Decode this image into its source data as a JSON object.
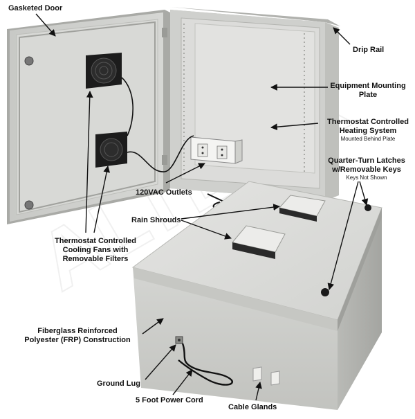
{
  "image": {
    "subject": "Fiberglass electrical enclosure with open door and separate closed enclosure",
    "colors": {
      "background": "#ffffff",
      "enclosure": "#d9d9d7",
      "enclosure_dark": "#a9aaa6",
      "fan": "#1c1c1c",
      "watermark": "#ececec",
      "arrow": "#111111"
    }
  },
  "labels": {
    "gasketed_door": "Gasketed Door",
    "drip_rail": "Drip Rail",
    "mounting_plate_1": "Equipment Mounting",
    "mounting_plate_2": "Plate",
    "heating_1": "Thermostat Controlled",
    "heating_2": "Heating System",
    "heating_sub": "Mounted Behind Plate",
    "latches_1": "Quarter-Turn Latches",
    "latches_2": "w/Removable Keys",
    "latches_sub": "Keys Not Shown",
    "outlets": "120VAC Outlets",
    "rain_shrouds": "Rain Shrouds",
    "fans_1": "Thermostat Controlled",
    "fans_2": "Cooling Fans with",
    "fans_3": "Removable Filters",
    "frp_1": "Fiberglass Reinforced",
    "frp_2": "Polyester (FRP) Construction",
    "ground_lug": "Ground Lug",
    "power_cord": "5 Foot Power Cord",
    "cable_glands": "Cable Glands"
  }
}
